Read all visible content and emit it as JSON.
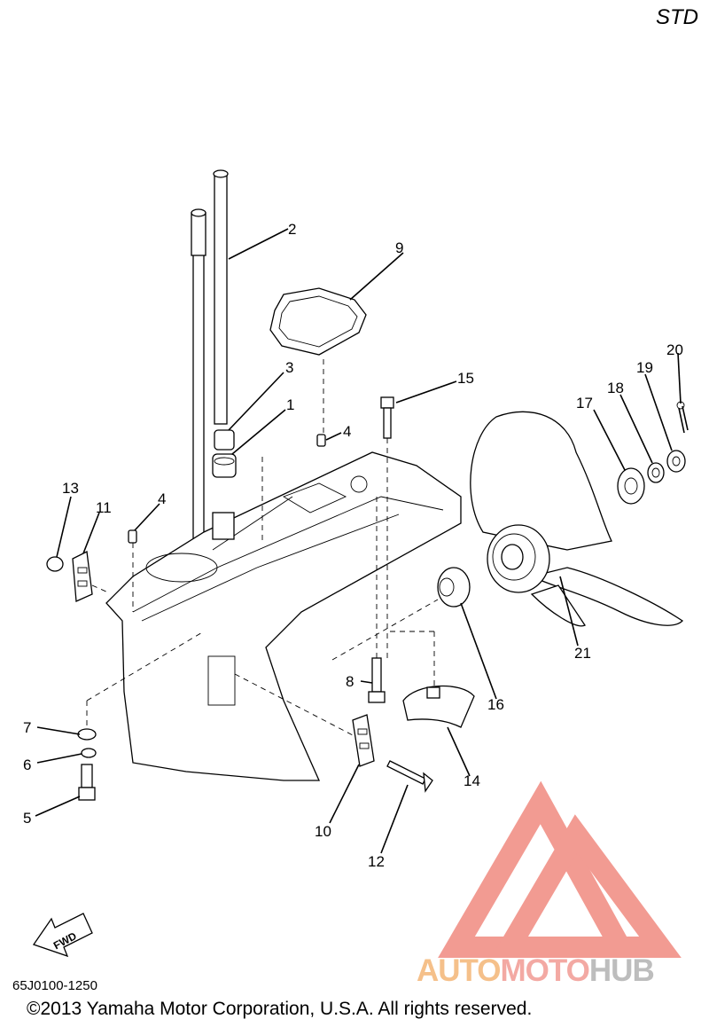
{
  "header": {
    "variant": "STD"
  },
  "callouts": {
    "c1": "1",
    "c2": "2",
    "c3": "3",
    "c4a": "4",
    "c4b": "4",
    "c5": "5",
    "c6": "6",
    "c7": "7",
    "c8": "8",
    "c9": "9",
    "c10": "10",
    "c11": "11",
    "c12": "12",
    "c13": "13",
    "c14": "14",
    "c15": "15",
    "c16": "16",
    "c17": "17",
    "c18": "18",
    "c19": "19",
    "c20": "20",
    "c21": "21"
  },
  "direction_marker": "FWD",
  "footer": {
    "diagram_code": "65J0100-1250",
    "copyright": "©2013 Yamaha Motor Corporation, U.S.A. All rights reserved."
  },
  "watermark": {
    "part1": "AUTO",
    "part2": "MOTO",
    "part3": "HUB"
  },
  "colors": {
    "watermark_red": "#f08a80",
    "watermark_orange": "#f5c08a",
    "watermark_gray": "#bdbdbd"
  }
}
